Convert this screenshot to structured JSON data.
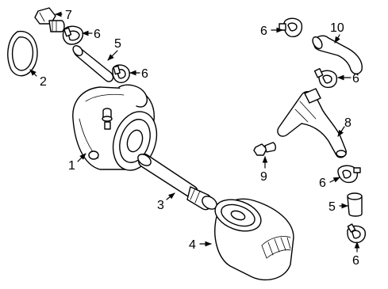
{
  "diagram": {
    "line_color": "#000000",
    "background": "#ffffff",
    "callouts": {
      "c1": "1",
      "c2": "2",
      "c3": "3",
      "c4": "4",
      "c5a": "5",
      "c5b": "5",
      "c6a": "6",
      "c6b": "6",
      "c6c": "6",
      "c6d": "6",
      "c6e": "6",
      "c6f": "6",
      "c7": "7",
      "c8": "8",
      "c9": "9",
      "c10": "10"
    }
  }
}
